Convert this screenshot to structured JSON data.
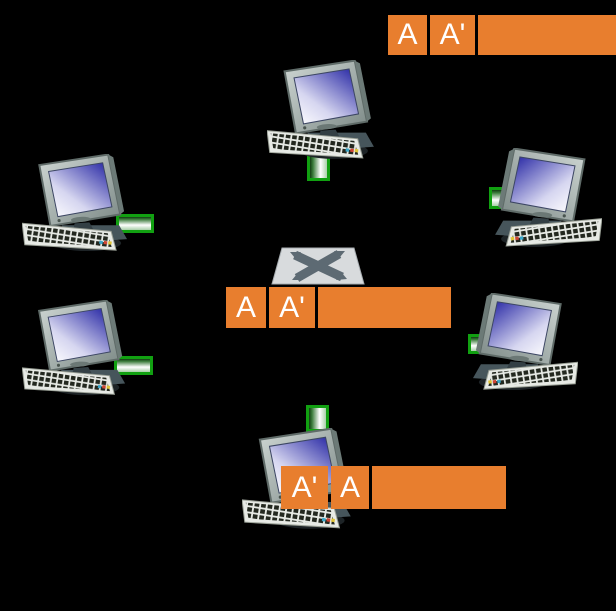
{
  "diagram": {
    "title": "ethernet-switch-lan-diagram",
    "background_color": "#000000",
    "frame_color": "#E87E2E",
    "frame_text_color": "#FFFFFF",
    "nic_color": "#11A011",
    "switch_plate_color": "#D8DBDD",
    "switch_x_color": "#5D6A73",
    "frames": [
      {
        "id": "frame-top-right",
        "cells": [
          "A",
          "A'",
          ""
        ]
      },
      {
        "id": "frame-at-switch",
        "cells": [
          "A",
          "A'",
          ""
        ]
      },
      {
        "id": "frame-bottom",
        "cells": [
          "A'",
          "A",
          ""
        ]
      }
    ],
    "hosts": [
      {
        "id": "host-top",
        "icon": "desktop-computer-icon"
      },
      {
        "id": "host-upper-left",
        "icon": "desktop-computer-icon"
      },
      {
        "id": "host-lower-left",
        "icon": "desktop-computer-icon"
      },
      {
        "id": "host-upper-right",
        "icon": "desktop-computer-icon"
      },
      {
        "id": "host-lower-right",
        "icon": "desktop-computer-icon"
      },
      {
        "id": "host-bottom",
        "icon": "desktop-computer-icon"
      }
    ],
    "switch": {
      "icon": "ethernet-switch-icon"
    },
    "nic": {
      "icon": "network-link-port-icon"
    }
  }
}
